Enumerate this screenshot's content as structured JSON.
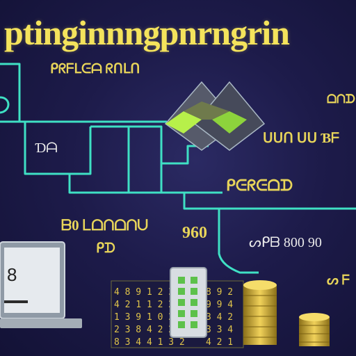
{
  "title": "ptinginnngpnrngrin",
  "labels": {
    "top_left": "ᑭᖇᖴᒪᕮᗩ ᖇᑎᒪᑎ",
    "left_box": "Ɗᗩ",
    "center_right": "ᑌᑌᑎ ᑌᑌ Ɓᖴ",
    "upper_right": "ᗝᑎᗪ",
    "mid_right": "ᑭᕮᖇᕮᗝᗪ",
    "lower_left": "ᗷ0 ᒪᗝᑎᗝᑎᑌ",
    "lower_center": "960",
    "small_left": "ᑭᗪ",
    "lower_right": "ᔕᑭᗷ 800 90",
    "far_right": "ᔕ ᖴ",
    "laptop": "8"
  },
  "colors": {
    "background": "#1d1b4a",
    "title": "#f4e35c",
    "circuit": "#3fe0c4",
    "accent_green": "#b7f04a",
    "coin": "#d9b73a"
  }
}
